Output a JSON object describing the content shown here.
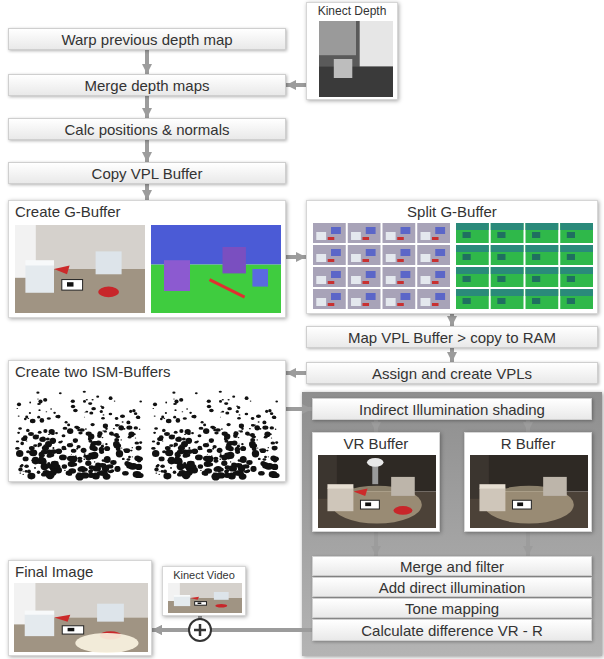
{
  "diagram": {
    "nodes": [
      {
        "text": [
          "Warp previous depth map"
        ]
      },
      {
        "text": [
          "Kinect Depth"
        ]
      },
      {
        "text": [
          "Merge depth maps"
        ]
      },
      {
        "text": [
          "Calc positions & normals"
        ]
      },
      {
        "text": [
          "Copy VPL Buffer"
        ]
      },
      {
        "text": [
          "Create G-Buffer"
        ]
      },
      {
        "text": [
          "Split G-Buffer"
        ]
      },
      {
        "text": [
          "Map VPL Buffer > copy to RAM"
        ]
      },
      {
        "text": [
          "Assign and create VPLs"
        ]
      },
      {
        "text": [
          "Create two ISM-Buffers"
        ]
      },
      {
        "text": [
          "Indirect Illumination shading"
        ]
      },
      {
        "text": [
          "VR Buffer"
        ]
      },
      {
        "text": [
          "R Buffer"
        ]
      },
      {
        "text": [
          "Merge and filter"
        ]
      },
      {
        "text": [
          "Add direct illumination"
        ]
      },
      {
        "text": [
          "Tone mapping"
        ]
      },
      {
        "text": [
          "Calculate difference VR - R"
        ]
      },
      {
        "text": [
          "Final Image"
        ]
      },
      {
        "text": [
          "Kinect Video"
        ]
      }
    ],
    "edges": [
      {
        "from": 0,
        "to": 2,
        "arrow": "to"
      },
      {
        "from": 1,
        "to": 2,
        "arrow": "to"
      },
      {
        "from": 2,
        "to": 3,
        "arrow": "to"
      },
      {
        "from": 3,
        "to": 4,
        "arrow": "to"
      },
      {
        "from": 4,
        "to": 5,
        "arrow": "to"
      },
      {
        "from": 5,
        "to": 6,
        "arrow": "to"
      },
      {
        "from": 6,
        "to": 7,
        "arrow": "to"
      },
      {
        "from": 7,
        "to": 8,
        "arrow": "to"
      },
      {
        "from": 8,
        "to": 9,
        "arrow": "to"
      },
      {
        "from": 9,
        "to": 10,
        "arrow": "to"
      },
      {
        "from": 10,
        "to": 11,
        "arrow": "to"
      },
      {
        "from": 10,
        "to": 12,
        "arrow": "to"
      },
      {
        "from": 11,
        "to": 13,
        "arrow": "to"
      },
      {
        "from": 12,
        "to": 13,
        "arrow": "to"
      },
      {
        "from": 16,
        "to": 17,
        "arrow": "to"
      },
      {
        "from": 18,
        "to": 17,
        "arrow": "to"
      }
    ]
  }
}
